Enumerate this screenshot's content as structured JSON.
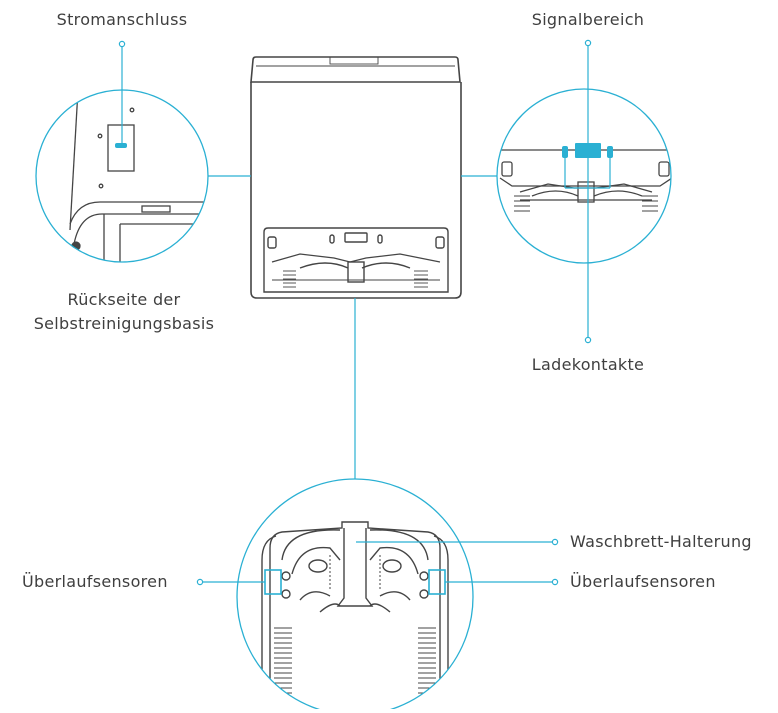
{
  "labels": {
    "power_port": "Stromanschluss",
    "signal_area": "Signalbereich",
    "base_back_line1": "Rückseite der",
    "base_back_line2": "Selbstreinigungsbasis",
    "charging_contacts": "Ladekontakte",
    "washboard_holder": "Waschbrett-Halterung",
    "overflow_sensors_left": "Überlaufsensoren",
    "overflow_sensors_right": "Überlaufsensoren"
  },
  "colors": {
    "callout": "#2ab0d3",
    "highlight": "#2ab0d3",
    "outline": "#454545",
    "text": "#3f3f3f"
  }
}
